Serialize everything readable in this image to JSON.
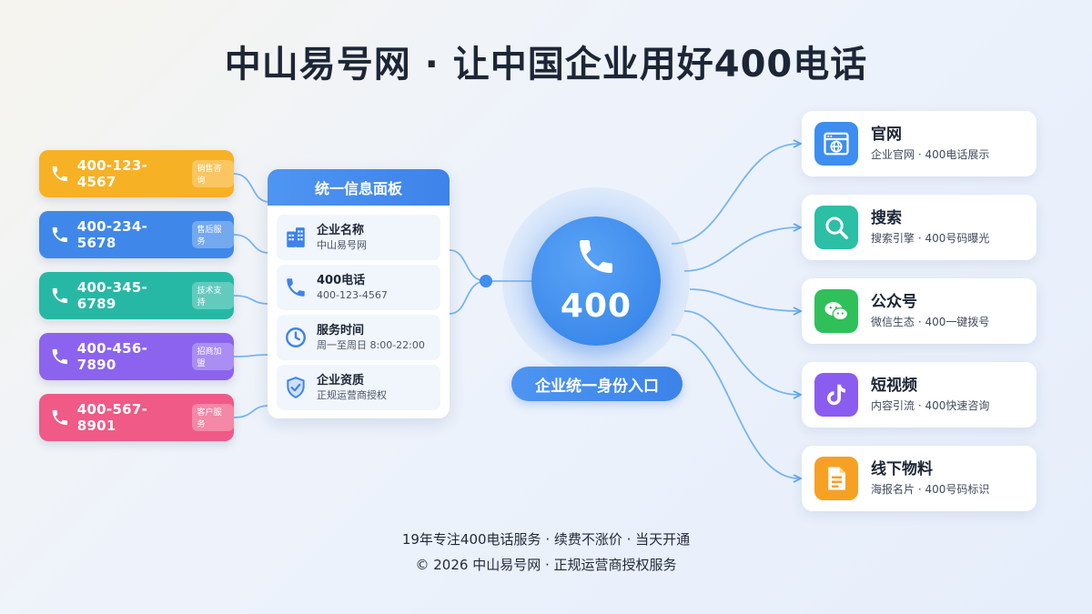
{
  "title": "中山易号网 · 让中国企业用好400电话",
  "lines": [
    {
      "number": "400-123-4567",
      "tag": "销售咨询",
      "color": "#f7b125"
    },
    {
      "number": "400-234-5678",
      "tag": "售后服务",
      "color": "#3f88ea"
    },
    {
      "number": "400-345-6789",
      "tag": "技术支持",
      "color": "#27b8a5"
    },
    {
      "number": "400-456-7890",
      "tag": "招商加盟",
      "color": "#8b63ef"
    },
    {
      "number": "400-567-8901",
      "tag": "客户服务",
      "color": "#ef5a86"
    }
  ],
  "panel": {
    "title": "统一信息面板",
    "rows": [
      {
        "label": "企业名称",
        "value": "中山易号网",
        "icon": "building-icon"
      },
      {
        "label": "400电话",
        "value": "400-123-4567",
        "icon": "phone-icon"
      },
      {
        "label": "服务时间",
        "value": "周一至周日 8:00-22:00",
        "icon": "clock-icon"
      },
      {
        "label": "企业资质",
        "value": "正规运营商授权",
        "icon": "shield-check-icon"
      }
    ]
  },
  "hub": {
    "number": "400",
    "label": "企业统一身份入口",
    "icon": "phone-icon"
  },
  "channels": [
    {
      "title": "官网",
      "desc": "企业官网 · 400电话展示",
      "icon": "browser-globe-icon",
      "color": "#3d8ef0"
    },
    {
      "title": "搜索",
      "desc": "搜索引擎 · 400号码曝光",
      "icon": "magnifier-icon",
      "color": "#2bbfa6"
    },
    {
      "title": "公众号",
      "desc": "微信生态 · 400一键拨号",
      "icon": "wechat-icon",
      "color": "#2fc05a"
    },
    {
      "title": "短视频",
      "desc": "内容引流 · 400快速咨询",
      "icon": "tiktok-icon",
      "color": "#8a5cf0"
    },
    {
      "title": "线下物料",
      "desc": "海报名片 · 400号码标识",
      "icon": "document-icon",
      "color": "#f7a124"
    }
  ],
  "footer": {
    "line1": "19年专注400电话服务 · 续费不涨价 · 当天开通",
    "line2": "© 2026 中山易号网 · 正规运营商授权服务"
  },
  "colors": {
    "accent": "#3d83ea",
    "connector": "#5aa6ee"
  }
}
